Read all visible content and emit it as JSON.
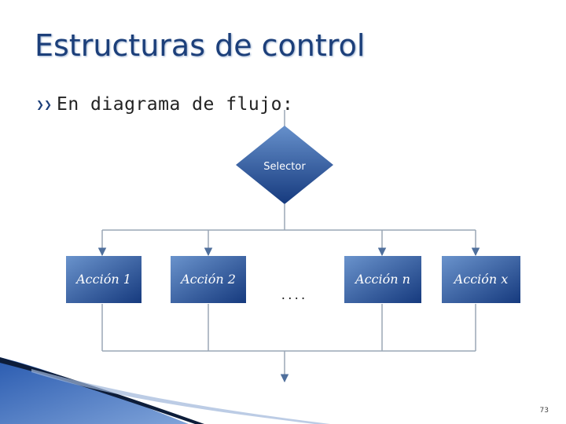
{
  "slide": {
    "title": "Estructuras de control",
    "bullet_icon": "chevron-bullet",
    "bullet": "En diagrama de flujo:",
    "page_number": "73"
  },
  "flowchart": {
    "selector_label": "Selector",
    "actions": [
      "Acción 1",
      "Acción 2",
      "Acción n",
      "Acción x"
    ],
    "ellipsis": "....",
    "colors": {
      "shape_light": "#5b86c4",
      "shape_dark": "#173c80",
      "connector": "#9aa7b6",
      "arrow": "#4f6f9c"
    }
  }
}
